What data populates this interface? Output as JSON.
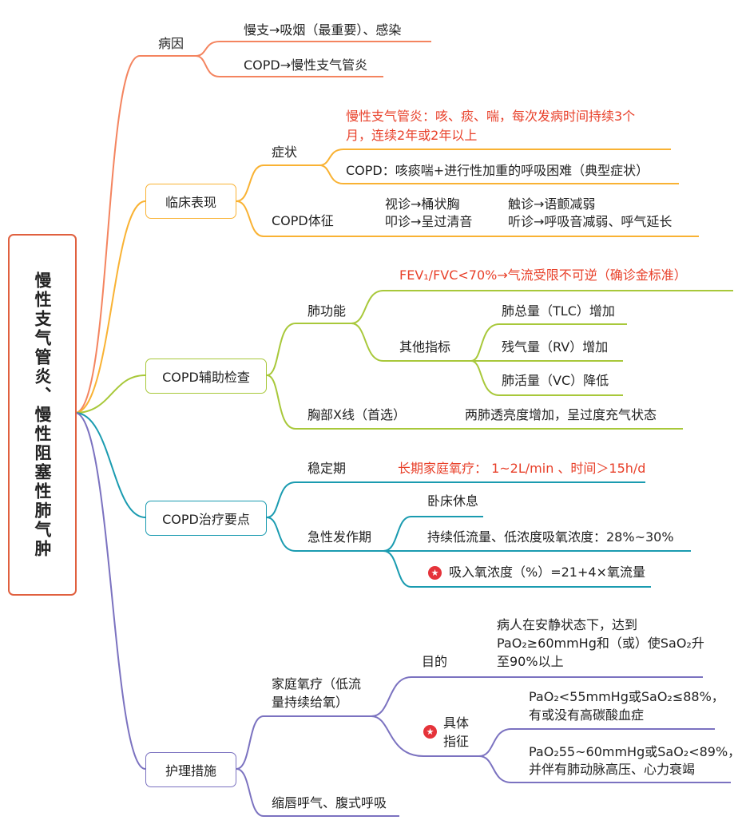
{
  "root": {
    "title": "慢性支气管炎、慢性阻塞性肺气肿"
  },
  "colors": {
    "cause": "#f4845f",
    "clinical": "#f9b233",
    "exam": "#a8c83a",
    "treatment": "#1a9bb0",
    "nursing": "#7b72c0",
    "root_border": "#e0603f",
    "emphasis": "#e8402a"
  },
  "cause": {
    "label": "病因",
    "items": [
      "慢支→吸烟（最重要）、感染",
      "COPD→慢性支气管炎"
    ]
  },
  "clinical": {
    "label": "临床表现",
    "symptoms": {
      "label": "症状",
      "red_line1": "慢性支气管炎：咳、痰、喘，每次发病时间持续3个",
      "red_line2": "月，连续2年或2年以上",
      "copd": "COPD：咳痰喘+进行性加重的呼吸困难（典型症状）"
    },
    "signs": {
      "label": "COPD体征",
      "inspect": "视诊→桶状胸",
      "percuss": "叩诊→呈过清音",
      "palpate": "触诊→语颤减弱",
      "auscult": "听诊→呼吸音减弱、呼气延长"
    }
  },
  "exam": {
    "label": "COPD辅助检查",
    "lung": {
      "label": "肺功能",
      "fev": "FEV₁/FVC<70%→气流受限不可逆（确诊金标准）",
      "other": {
        "label": "其他指标",
        "items": [
          "肺总量（TLC）增加",
          "残气量（RV）增加",
          "肺活量（VC）降低"
        ]
      }
    },
    "xray": {
      "label": "胸部X线（首选）",
      "result": "两肺透亮度增加，呈过度充气状态"
    }
  },
  "treatment": {
    "label": "COPD治疗要点",
    "stable": {
      "label": "稳定期",
      "text": "长期家庭氧疗： 1~2L/min 、时间＞15h/d"
    },
    "acute": {
      "label": "急性发作期",
      "items": [
        "卧床休息",
        "持续低流量、低浓度吸氧浓度：28%~30%",
        "吸入氧浓度（%）=21+4×氧流量"
      ]
    }
  },
  "nursing": {
    "label": "护理措施",
    "home": {
      "label1": "家庭氧疗（低流",
      "label2": "量持续给氧）",
      "goal": {
        "label": "目的",
        "line1": "病人在安静状态下，达到",
        "line2": "PaO₂≥60mmHg和（或）使SaO₂升",
        "line3": "至90%以上"
      },
      "indication": {
        "label1": "具体",
        "label2": "指征",
        "a1": "PaO₂<55mmHg或SaO₂≤88%，",
        "a2": "有或没有高碳酸血症",
        "b1": "PaO₂55~60mmHg或SaO₂<89%，",
        "b2": "并伴有肺动脉高压、心力衰竭"
      }
    },
    "breathing": "缩唇呼气、腹式呼吸"
  },
  "icons": {
    "star": "star-badge-icon"
  }
}
